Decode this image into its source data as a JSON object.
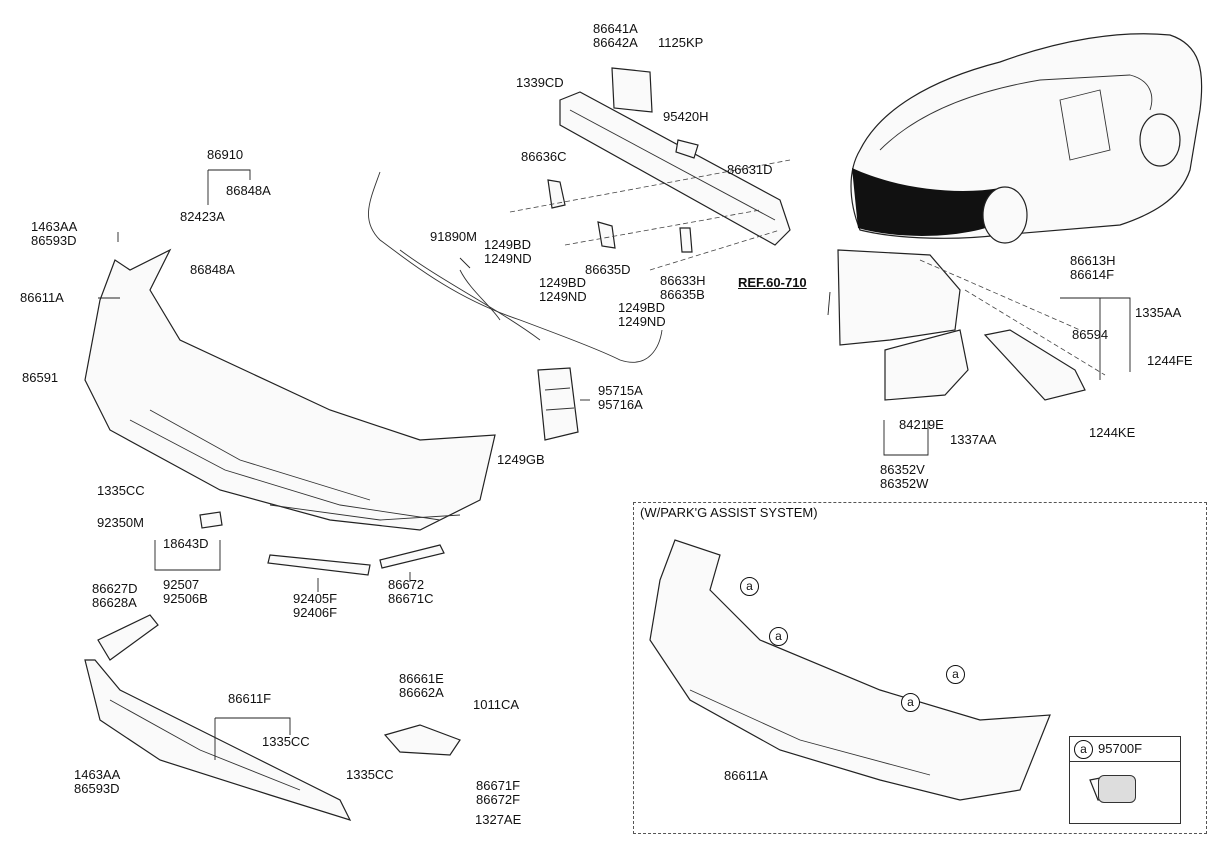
{
  "ref_label": "REF.60-710",
  "inset": {
    "title": "(W/PARK'G ASSIST SYSTEM)",
    "marker": "a",
    "legend_part": "95700F",
    "bumper_label": "86611A"
  },
  "labels": {
    "p86641A": "86641A",
    "p86642A": "86642A",
    "p1125KP": "1125KP",
    "p1339CD": "1339CD",
    "p95420H": "95420H",
    "p86636C": "86636C",
    "p86631D": "86631D",
    "p86910": "86910",
    "p86848A_top": "86848A",
    "p82423A": "82423A",
    "p1463AA_top": "1463AA",
    "p86593D_top": "86593D",
    "p86848A_mid": "86848A",
    "p86611A": "86611A",
    "p86591": "86591",
    "p91890M": "91890M",
    "p1249BD_a": "1249BD",
    "p1249ND_a": "1249ND",
    "p1249BD_b": "1249BD",
    "p1249ND_b": "1249ND",
    "p86635D": "86635D",
    "p86633H": "86633H",
    "p86635B": "86635B",
    "p1249BD_c": "1249BD",
    "p1249ND_c": "1249ND",
    "p95715A": "95715A",
    "p95716A": "95716A",
    "p1249GB": "1249GB",
    "p1335CC_left": "1335CC",
    "p92350M": "92350M",
    "p18643D": "18643D",
    "p92507": "92507",
    "p92506B": "92506B",
    "p92405F": "92405F",
    "p92406F": "92406F",
    "p86672": "86672",
    "p86671C": "86671C",
    "p86627D": "86627D",
    "p86628A": "86628A",
    "p86611F": "86611F",
    "p1335CC_lower": "1335CC",
    "p86661E": "86661E",
    "p86662A": "86662A",
    "p1011CA": "1011CA",
    "p1463AA_bot": "1463AA",
    "p86593D_bot": "86593D",
    "p1335CC_bot": "1335CC",
    "p86671F": "86671F",
    "p86672F": "86672F",
    "p1327AE": "1327AE",
    "p86613H": "86613H",
    "p86614F": "86614F",
    "p1335AA": "1335AA",
    "p86594": "86594",
    "p1244FE": "1244FE",
    "p1244KE": "1244KE",
    "p84219E": "84219E",
    "p1337AA": "1337AA",
    "p86352V": "86352V",
    "p86352W": "86352W"
  }
}
